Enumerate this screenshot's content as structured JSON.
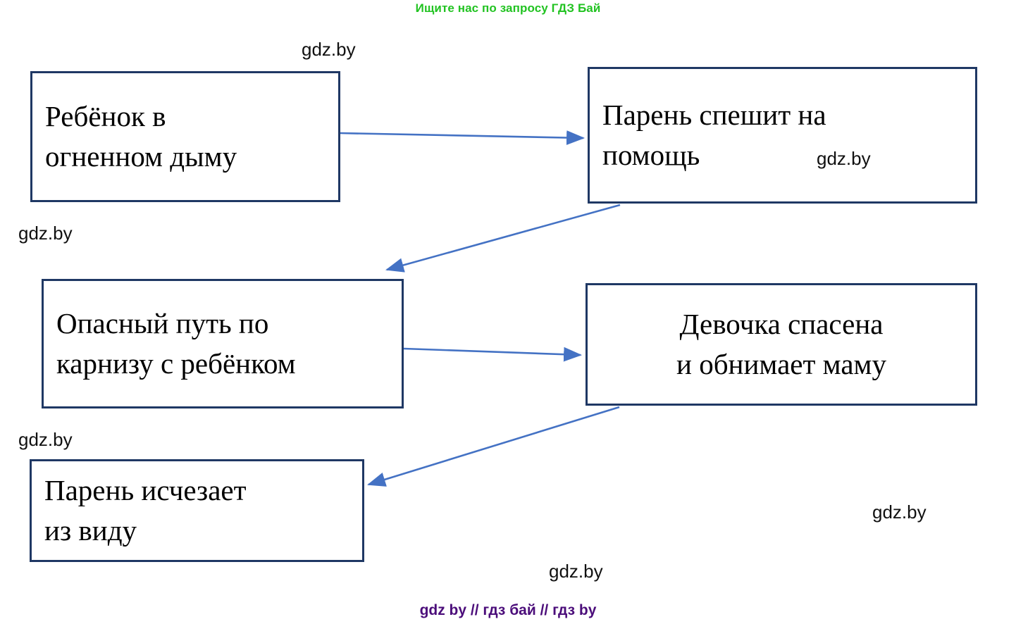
{
  "page": {
    "header_note": "Ищите нас по запросу ГДЗ Бай",
    "footer_note": "gdz by  //  гдз бай  //  гдз by",
    "background_color": "#ffffff",
    "header_color": "#22c322",
    "footer_color": "#4b0d7a",
    "box_border_color": "#1f3864",
    "arrow_color": "#4472c4"
  },
  "diagram": {
    "type": "flowchart",
    "boxes": [
      {
        "id": "box-child-in-smoke",
        "lines": [
          "Ребёнок в",
          "огненном дыму"
        ],
        "align": "left"
      },
      {
        "id": "box-guy-hurries-to-help",
        "lines": [
          "Парень спешит на",
          "помощь"
        ],
        "align": "left",
        "inner_watermark": "gdz.by"
      },
      {
        "id": "box-dangerous-path",
        "lines": [
          "Опасный путь по",
          "карнизу с ребёнком"
        ],
        "align": "left"
      },
      {
        "id": "box-girl-saved",
        "lines": [
          "Девочка спасена",
          "и обнимает маму"
        ],
        "align": "center"
      },
      {
        "id": "box-guy-disappears",
        "lines": [
          "Парень исчезает",
          "из виду"
        ],
        "align": "left"
      }
    ],
    "arrows": [
      {
        "id": "arrow-1",
        "from": "box-child-in-smoke",
        "to": "box-guy-hurries-to-help",
        "direction": "right"
      },
      {
        "id": "arrow-2",
        "from": "box-guy-hurries-to-help",
        "to": "box-dangerous-path",
        "direction": "down-left"
      },
      {
        "id": "arrow-3",
        "from": "box-dangerous-path",
        "to": "box-girl-saved",
        "direction": "right"
      },
      {
        "id": "arrow-4",
        "from": "box-girl-saved",
        "to": "box-guy-disappears",
        "direction": "down-left"
      }
    ]
  },
  "watermarks": [
    {
      "id": "watermark-top",
      "text": "gdz.by"
    },
    {
      "id": "watermark-left-upper",
      "text": "gdz.by"
    },
    {
      "id": "watermark-left-lower",
      "text": "gdz.by"
    },
    {
      "id": "watermark-bottom-right",
      "text": "gdz.by"
    },
    {
      "id": "watermark-bottom-center",
      "text": "gdz.by"
    }
  ]
}
